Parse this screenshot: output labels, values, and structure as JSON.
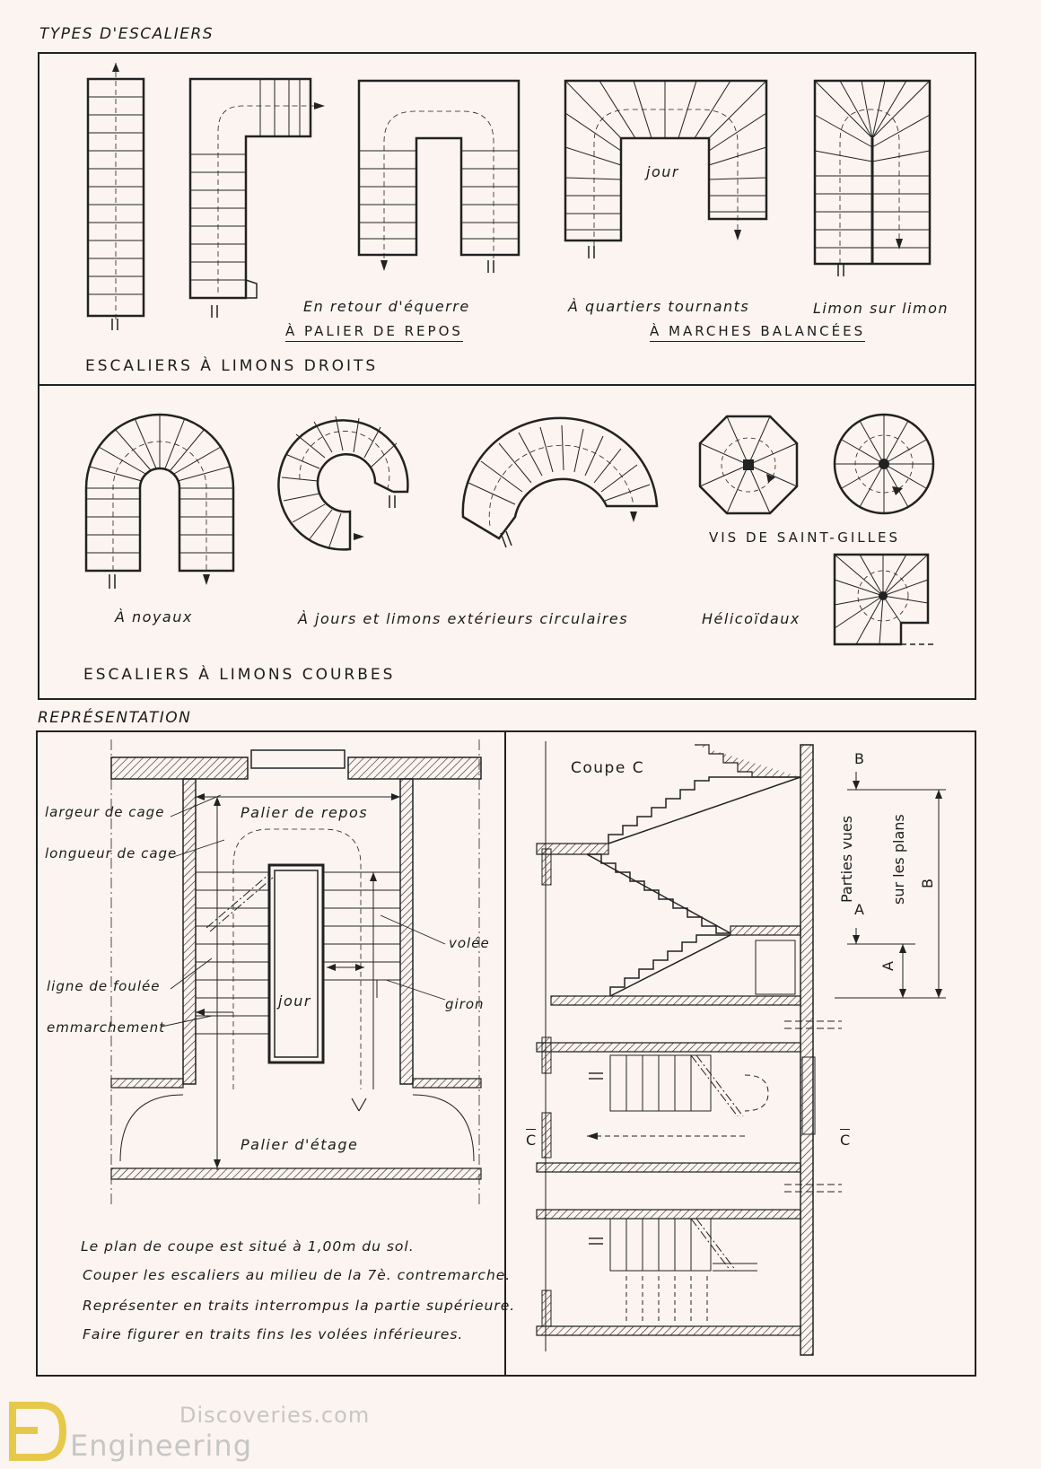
{
  "types": {
    "title": "TYPES D'ESCALIERS",
    "straight": {
      "caption_retour": "En retour d'équerre",
      "caption_palier": "À PALIER DE REPOS",
      "caption_quartiers": "À quartiers tournants",
      "caption_limon": "Limon sur limon",
      "caption_balancees": "À MARCHES BALANCÉES",
      "jour": "jour",
      "group_label": "ESCALIERS À LIMONS DROITS"
    },
    "curved": {
      "caption_vis": "VIS DE SAINT-GILLES",
      "caption_noyaux": "À noyaux",
      "caption_jours": "À jours et limons extérieurs circulaires",
      "caption_helico": "Hélicoïdaux",
      "group_label": "ESCALIERS À LIMONS COURBES"
    }
  },
  "representation": {
    "title": "REPRÉSENTATION",
    "plan_labels": {
      "largeur": "largeur de cage",
      "longueur": "longueur de cage",
      "foulee": "ligne de foulée",
      "emmarchement": "emmarchement",
      "palier_repos": "Palier de repos",
      "palier_etage": "Palier d'étage",
      "jour": "jour",
      "volee": "volée",
      "giron": "giron"
    },
    "notes": [
      "Le plan de coupe est situé à 1,00m du sol.",
      "Couper les escaliers au milieu de la 7è. contremarche.",
      "Représenter en traits interrompus la partie supérieure.",
      "Faire figurer en traits fins les volées inférieures."
    ],
    "section": {
      "coupe": "Coupe C",
      "b_mark": "B",
      "a_mark": "A",
      "parties_1": "Parties vues",
      "parties_2": "sur les plans",
      "b_dim": "B",
      "a_dim": "A",
      "c_left": "C",
      "c_right": "C"
    }
  },
  "logo": {
    "top": "Discoveries.com",
    "bottom": "Engineering"
  }
}
